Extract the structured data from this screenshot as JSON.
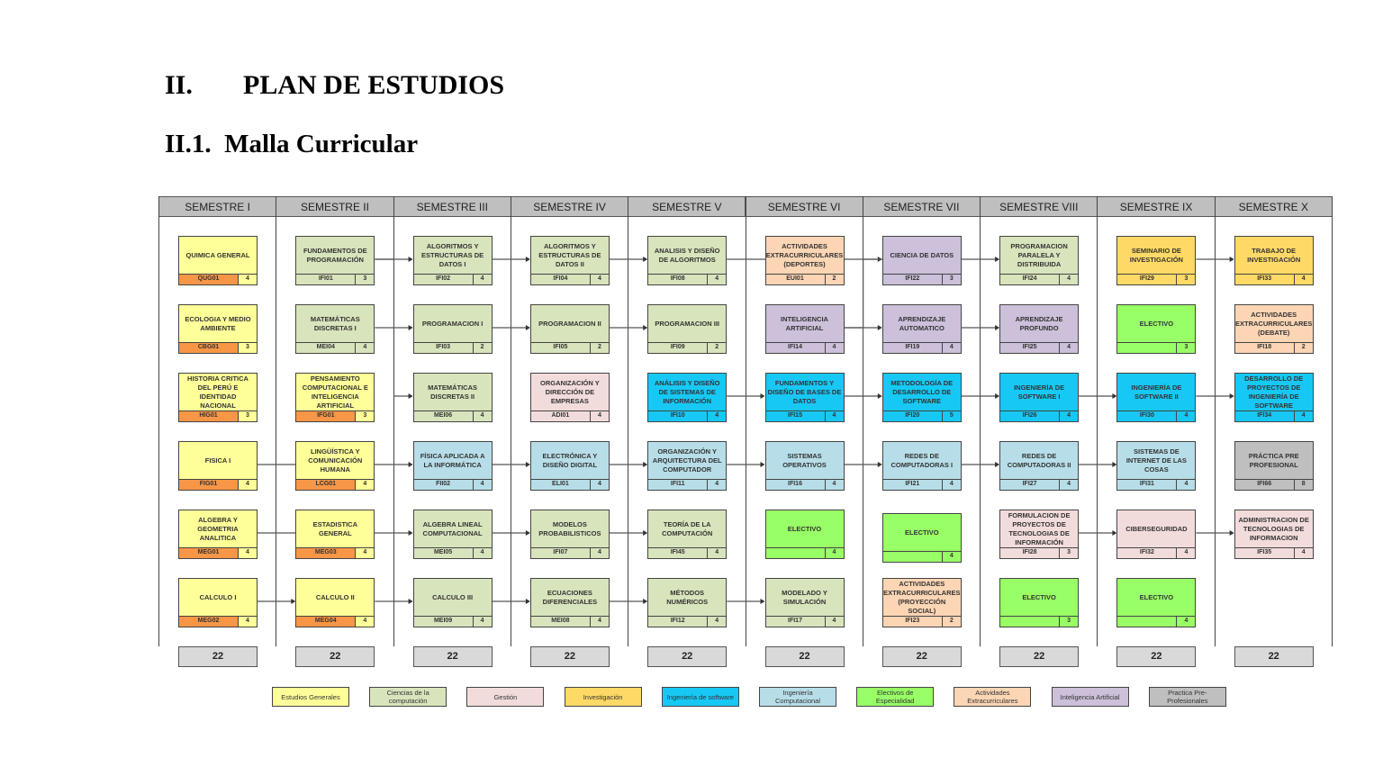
{
  "heading": {
    "number": "II.",
    "title": "PLAN DE ESTUDIOS"
  },
  "subheading": "II.1.  Malla Curricular",
  "categories": {
    "gen": {
      "label": "Estudios Generales",
      "color": "#ffff99",
      "code_color": "#f79646"
    },
    "cc": {
      "label": "Ciencias de la computación",
      "color": "#d8e4bc"
    },
    "ges": {
      "label": "Gestión",
      "color": "#f2dcdb"
    },
    "inv": {
      "label": "Investigación",
      "color": "#ffd966"
    },
    "sw": {
      "label": "Ingeniería de software",
      "color": "#17c8f5"
    },
    "ic": {
      "label": "Ingeniería Computacional",
      "color": "#b7dee8"
    },
    "ele": {
      "label": "Electivos de Especialidad",
      "color": "#99ff66"
    },
    "act": {
      "label": "Actividades Extracurriculares",
      "color": "#fcd5b4"
    },
    "ia": {
      "label": "Inteligencia Artificial",
      "color": "#ccc0da"
    },
    "pra": {
      "label": "Practica Pre-Profesionales",
      "color": "#bfbfbf"
    }
  },
  "legend_order": [
    "gen",
    "cc",
    "ges",
    "inv",
    "sw",
    "ic",
    "ele",
    "act",
    "ia",
    "pra"
  ],
  "semesters": [
    {
      "label": "SEMESTRE I",
      "total": "22",
      "courses": [
        {
          "name": "QUIMICA GENERAL",
          "code": "QUG01",
          "credits": "4",
          "cat": "gen"
        },
        {
          "name": "ECOLOGIA Y MEDIO AMBIENTE",
          "code": "CBG01",
          "credits": "3",
          "cat": "gen"
        },
        {
          "name": "HISTORIA CRITICA DEL PERÚ E IDENTIDAD NACIONAL",
          "code": "HIG01",
          "credits": "3",
          "cat": "gen"
        },
        {
          "name": "FISICA I",
          "code": "FIG01",
          "credits": "4",
          "cat": "gen"
        },
        {
          "name": "ALGEBRA Y GEOMETRIA ANALITICA",
          "code": "MEG01",
          "credits": "4",
          "cat": "gen"
        },
        {
          "name": "CALCULO I",
          "code": "MEG02",
          "credits": "4",
          "cat": "gen"
        }
      ]
    },
    {
      "label": "SEMESTRE II",
      "total": "22",
      "courses": [
        {
          "name": "FUNDAMENTOS DE PROGRAMACIÓN",
          "code": "IFI01",
          "credits": "3",
          "cat": "cc"
        },
        {
          "name": "MATEMÁTICAS DISCRETAS I",
          "code": "MEI04",
          "credits": "4",
          "cat": "cc"
        },
        {
          "name": "PENSAMIENTO COMPUTACIONAL E INTELIGENCIA ARTIFICIAL",
          "code": "IFG01",
          "credits": "3",
          "cat": "gen"
        },
        {
          "name": "LINGÜÍSTICA Y COMUNICACIÓN HUMANA",
          "code": "LCG01",
          "credits": "4",
          "cat": "gen"
        },
        {
          "name": "ESTADISTICA GENERAL",
          "code": "MEG03",
          "credits": "4",
          "cat": "gen"
        },
        {
          "name": "CALCULO II",
          "code": "MEG04",
          "credits": "4",
          "cat": "gen"
        }
      ]
    },
    {
      "label": "SEMESTRE III",
      "total": "22",
      "courses": [
        {
          "name": "ALGORITMOS Y ESTRUCTURAS DE DATOS I",
          "code": "IFI02",
          "credits": "4",
          "cat": "cc"
        },
        {
          "name": "PROGRAMACION I",
          "code": "IFI03",
          "credits": "2",
          "cat": "cc"
        },
        {
          "name": "MATEMÁTICAS DISCRETAS II",
          "code": "MEI06",
          "credits": "4",
          "cat": "cc"
        },
        {
          "name": "FÍSICA APLICADA A LA INFORMÁTICA",
          "code": "FII02",
          "credits": "4",
          "cat": "ic"
        },
        {
          "name": "ALGEBRA LINEAL COMPUTACIONAL",
          "code": "MEI05",
          "credits": "4",
          "cat": "cc"
        },
        {
          "name": "CALCULO III",
          "code": "MEI09",
          "credits": "4",
          "cat": "cc"
        }
      ]
    },
    {
      "label": "SEMESTRE IV",
      "total": "22",
      "courses": [
        {
          "name": "ALGORITMOS Y ESTRUCTURAS DE DATOS II",
          "code": "IFI04",
          "credits": "4",
          "cat": "cc"
        },
        {
          "name": "PROGRAMACION II",
          "code": "IFI05",
          "credits": "2",
          "cat": "cc"
        },
        {
          "name": "ORGANIZACIÓN Y DIRECCIÓN DE EMPRESAS",
          "code": "ADI01",
          "credits": "4",
          "cat": "ges"
        },
        {
          "name": "ELECTRÓNICA Y DISEÑO DIGITAL",
          "code": "ELI01",
          "credits": "4",
          "cat": "ic"
        },
        {
          "name": "MODELOS PROBABILISTICOS",
          "code": "IFI07",
          "credits": "4",
          "cat": "cc"
        },
        {
          "name": "ECUACIONES DIFERENCIALES",
          "code": "MEI08",
          "credits": "4",
          "cat": "cc"
        }
      ]
    },
    {
      "label": "SEMESTRE V",
      "total": "22",
      "courses": [
        {
          "name": "ANALISIS Y DISEÑO DE ALGORITMOS",
          "code": "IFI08",
          "credits": "4",
          "cat": "cc"
        },
        {
          "name": "PROGRAMACION III",
          "code": "IFI09",
          "credits": "2",
          "cat": "cc"
        },
        {
          "name": "ANÁLISIS Y DISEÑO DE SISTEMAS DE INFORMACIÓN",
          "code": "IFI10",
          "credits": "4",
          "cat": "sw"
        },
        {
          "name": "ORGANIZACIÓN Y ARQUITECTURA DEL COMPUTADOR",
          "code": "IFI11",
          "credits": "4",
          "cat": "ic"
        },
        {
          "name": "TEORÍA DE LA COMPUTACIÓN",
          "code": "IFI45",
          "credits": "4",
          "cat": "cc"
        },
        {
          "name": "MÉTODOS NUMÉRICOS",
          "code": "IFI12",
          "credits": "4",
          "cat": "cc"
        }
      ]
    },
    {
      "label": "SEMESTRE VI",
      "total": "22",
      "courses": [
        {
          "name": "ACTIVIDADES EXTRACURRICULARES (DEPORTES)",
          "code": "EUI01",
          "credits": "2",
          "cat": "act"
        },
        {
          "name": "INTELIGENCIA ARTIFICIAL",
          "code": "IFI14",
          "credits": "4",
          "cat": "ia"
        },
        {
          "name": "FUNDAMENTOS Y DISEÑO DE BASES DE DATOS",
          "code": "IFI15",
          "credits": "4",
          "cat": "sw"
        },
        {
          "name": "SISTEMAS OPERATIVOS",
          "code": "IFI16",
          "credits": "4",
          "cat": "ic"
        },
        {
          "name": "ELECTIVO",
          "code": "",
          "credits": "4",
          "cat": "ele"
        },
        {
          "name": "MODELADO Y SIMULACIÓN",
          "code": "IFI17",
          "credits": "4",
          "cat": "cc"
        }
      ]
    },
    {
      "label": "SEMESTRE VII",
      "total": "22",
      "courses": [
        {
          "name": "CIENCIA DE DATOS",
          "code": "IFI22",
          "credits": "3",
          "cat": "ia"
        },
        {
          "name": "APRENDIZAJE AUTOMATICO",
          "code": "IFI19",
          "credits": "4",
          "cat": "ia"
        },
        {
          "name": "METODOLOGÍA DE DESARROLLO DE SOFTWARE",
          "code": "IFI20",
          "credits": "5",
          "cat": "sw"
        },
        {
          "name": "REDES DE COMPUTADORAS I",
          "code": "IFI21",
          "credits": "4",
          "cat": "ic"
        },
        {
          "name": "ELECTIVO",
          "code": "",
          "credits": "4",
          "cat": "ele"
        },
        {
          "name": "ACTIVIDADES EXTRACURRICULARES (PROYECCIÓN SOCIAL)",
          "code": "IFI23",
          "credits": "2",
          "cat": "act"
        }
      ]
    },
    {
      "label": "SEMESTRE VIII",
      "total": "22",
      "courses": [
        {
          "name": "PROGRAMACION PARALELA Y DISTRIBUIDA",
          "code": "IFI24",
          "credits": "4",
          "cat": "cc"
        },
        {
          "name": "APRENDIZAJE PROFUNDO",
          "code": "IFI25",
          "credits": "4",
          "cat": "ia"
        },
        {
          "name": "INGENIERÍA DE SOFTWARE I",
          "code": "IFI26",
          "credits": "4",
          "cat": "sw"
        },
        {
          "name": "REDES DE COMPUTADORAS II",
          "code": "IFI27",
          "credits": "4",
          "cat": "ic"
        },
        {
          "name": "FORMULACION DE PROYECTOS DE TECNOLOGIAS DE INFORMACIÓN",
          "code": "IFI28",
          "credits": "3",
          "cat": "ges"
        },
        {
          "name": "ELECTIVO",
          "code": "",
          "credits": "3",
          "cat": "ele"
        }
      ]
    },
    {
      "label": "SEMESTRE IX",
      "total": "22",
      "courses": [
        {
          "name": "SEMINARIO DE INVESTIGACIÓN",
          "code": "IFI29",
          "credits": "3",
          "cat": "inv"
        },
        {
          "name": "ELECTIVO",
          "code": "",
          "credits": "3",
          "cat": "ele"
        },
        {
          "name": "INGENIERÍA DE SOFTWARE II",
          "code": "IFI30",
          "credits": "4",
          "cat": "sw"
        },
        {
          "name": "SISTEMAS DE INTERNET DE LAS COSAS",
          "code": "IFI31",
          "credits": "4",
          "cat": "ic"
        },
        {
          "name": "CIBERSEGURIDAD",
          "code": "IFI32",
          "credits": "4",
          "cat": "ges"
        },
        {
          "name": "ELECTIVO",
          "code": "",
          "credits": "4",
          "cat": "ele"
        }
      ]
    },
    {
      "label": "SEMESTRE X",
      "total": "22",
      "courses": [
        {
          "name": "TRABAJO DE INVESTIGACIÓN",
          "code": "IFI33",
          "credits": "4",
          "cat": "inv"
        },
        {
          "name": "ACTIVIDADES EXTRACURRICULARES (DEBATE)",
          "code": "IFI18",
          "credits": "2",
          "cat": "act"
        },
        {
          "name": "DESARROLLO DE PROYECTOS DE INGENIERÍA DE SOFTWARE",
          "code": "IFI34",
          "credits": "4",
          "cat": "sw"
        },
        {
          "name": "PRÁCTICA PRE PROFESIONAL",
          "code": "IFI66",
          "credits": "8",
          "cat": "pra"
        },
        {
          "name": "ADMINISTRACION DE TECNOLOGIAS DE INFORMACION",
          "code": "IFI35",
          "credits": "4",
          "cat": "ges"
        }
      ]
    }
  ],
  "prerequisites": [
    [
      "IFI01",
      "IFI02"
    ],
    [
      "IFI01",
      "IFI03"
    ],
    [
      "MEI04",
      "MEI06"
    ],
    [
      "MEG02",
      "MEG04"
    ],
    [
      "MEG04",
      "MEI09"
    ],
    [
      "FIG01",
      "FII02"
    ],
    [
      "MEG01",
      "MEI05"
    ],
    [
      "IFI02",
      "IFI04"
    ],
    [
      "IFI03",
      "IFI05"
    ],
    [
      "FII02",
      "ELI01"
    ],
    [
      "MEI09",
      "MEI08"
    ],
    [
      "MEI05",
      "IFI07"
    ],
    [
      "IFI04",
      "IFI08"
    ],
    [
      "IFI05",
      "IFI09"
    ],
    [
      "ELI01",
      "IFI11"
    ],
    [
      "IFI07",
      "IFI45"
    ],
    [
      "MEI08",
      "IFI12"
    ],
    [
      "IFI10",
      "IFI15"
    ],
    [
      "IFI11",
      "IFI16"
    ],
    [
      "IFI12",
      "IFI17"
    ],
    [
      "IFI14",
      "IFI22"
    ],
    [
      "IFI14",
      "IFI19"
    ],
    [
      "IFI15",
      "IFI20"
    ],
    [
      "IFI16",
      "IFI21"
    ],
    [
      "IFI19",
      "IFI25"
    ],
    [
      "IFI20",
      "IFI26"
    ],
    [
      "IFI21",
      "IFI27"
    ],
    [
      "IFI26",
      "IFI30"
    ],
    [
      "IFI27",
      "IFI31"
    ],
    [
      "IFI28",
      "IFI32"
    ],
    [
      "IFI29",
      "IFI33"
    ],
    [
      "IFI30",
      "IFI34"
    ],
    [
      "IFI32",
      "IFI35"
    ],
    [
      "IFI08",
      "IFI24"
    ]
  ]
}
